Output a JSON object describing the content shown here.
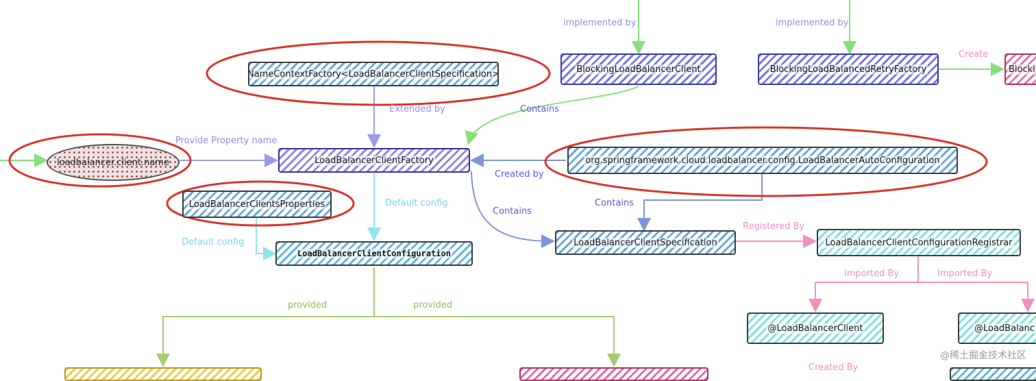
{
  "nodes": {
    "name_context_factory": "NameContextFactory<LoadBalancerClientSpecification>",
    "blocking_lb_client": "BlockingLoadBalancerClient",
    "blocking_retry_factory": "BlockingLoadBalancedRetryFactory",
    "blocking_partial": "Blocking",
    "client_name": "loadbalancer.client.name",
    "client_factory": "LoadBalancerClientFactory",
    "auto_configuration": "org.springframework.cloud.loadbalancer.config.LoadBalancerAutoConfiguration",
    "clients_properties": "LoadBalancerClientsProperties",
    "client_configuration": "LoadBalancerClientConfiguration",
    "client_specification": "LoadBalancerClientSpecification",
    "configuration_registrar": "LoadBalancerClientConfigurationRegistrar",
    "annotation_client": "@LoadBalancerClient",
    "annotation_clients_partial": "@LoadBalanc"
  },
  "edge_labels": {
    "implemented_by_1": "implemented by",
    "implemented_by_2": "implemented by",
    "create": "Create",
    "extended_by": "Extended by",
    "contains_1": "Contains",
    "provide_property_name": "Provide Property name",
    "created_by_1": "Created by",
    "contains_2": "Contains",
    "default_config_1": "Default config",
    "default_config_2": "Default config",
    "contains_3": "Contains",
    "registered_by": "Registered By",
    "imported_by_1": "Imported By",
    "imported_by_2": "Imported By",
    "provided_1": "provided",
    "provided_2": "provided",
    "created_by_2": "Created By"
  },
  "watermark": "@稀土掘金技术社区",
  "colors": {
    "highlight_ring": "#d9362b",
    "green_arrow": "#86e07a",
    "lavender_arrow": "#9a9ae8",
    "cyan_arrow": "#8fe6f0",
    "pink_arrow": "#f090c0",
    "olive_arrow": "#a8cc70"
  }
}
